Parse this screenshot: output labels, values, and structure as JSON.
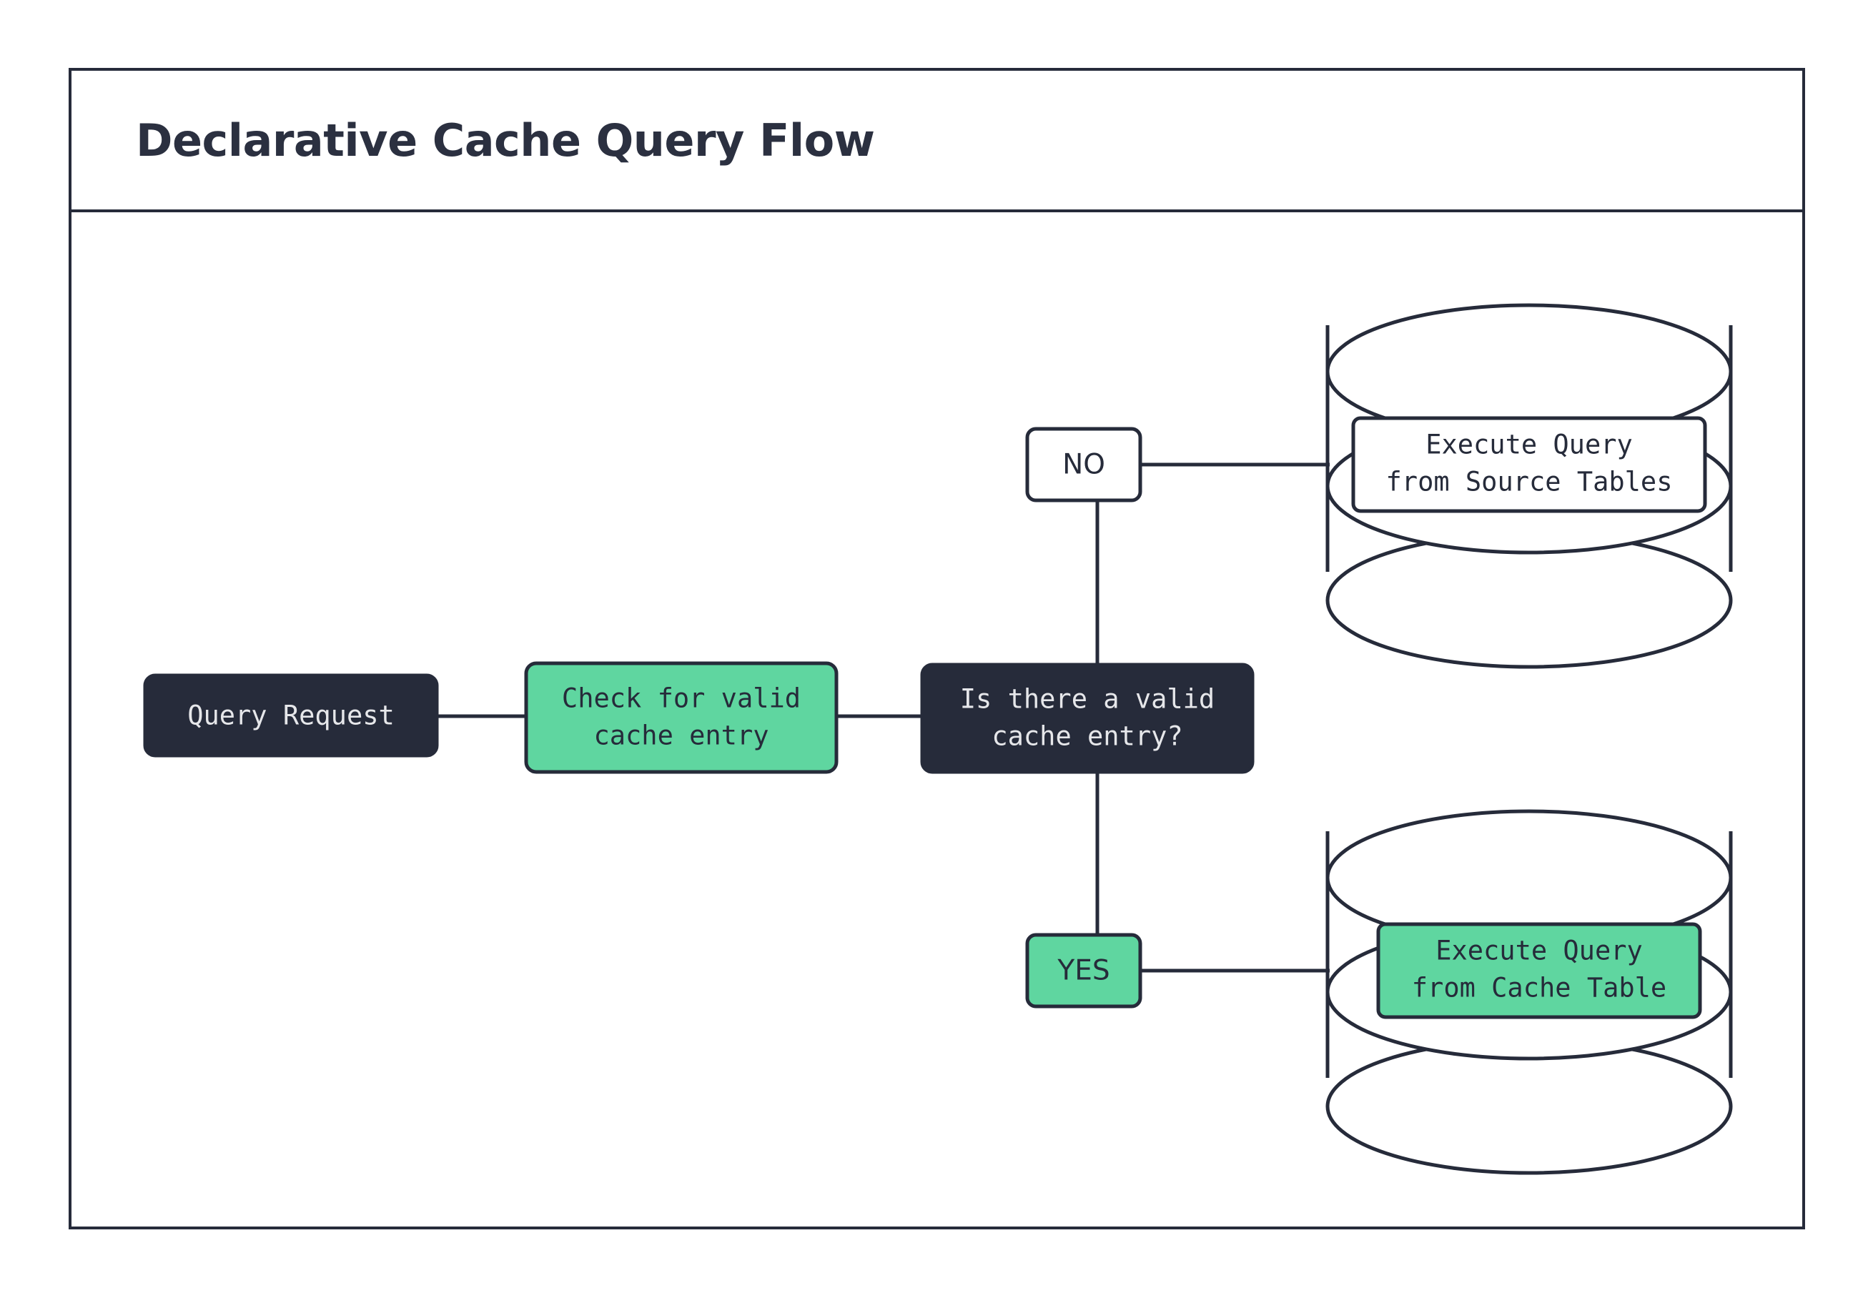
{
  "page": {
    "title": "Declarative Cache Query Flow",
    "background_color": "#ffffff"
  },
  "theme": {
    "dark": "#262b3a",
    "green": "#5fd6a0",
    "white": "#ffffff",
    "light_text": "#e6e7ea"
  },
  "diagram": {
    "type": "flowchart",
    "nodes": [
      {
        "id": "query-request",
        "label": "Query Request",
        "shape": "rounded-rect",
        "style": "dark"
      },
      {
        "id": "check-cache",
        "label_line1": "Check for valid",
        "label_line2": "cache entry",
        "shape": "rounded-rect",
        "style": "green"
      },
      {
        "id": "decision",
        "label_line1": "Is there a valid",
        "label_line2": "cache entry?",
        "shape": "rounded-rect",
        "style": "dark"
      },
      {
        "id": "branch-no",
        "label": "NO",
        "shape": "rounded-rect",
        "style": "white"
      },
      {
        "id": "branch-yes",
        "label": "YES",
        "shape": "rounded-rect",
        "style": "green"
      },
      {
        "id": "source-db",
        "label_line1": "Execute Query",
        "label_line2": "from Source Tables",
        "shape": "cylinder",
        "style": "white"
      },
      {
        "id": "cache-db",
        "label_line1": "Execute Query",
        "label_line2": "from Cache Table",
        "shape": "cylinder",
        "style": "green"
      }
    ],
    "edges": [
      {
        "from": "query-request",
        "to": "check-cache"
      },
      {
        "from": "check-cache",
        "to": "decision"
      },
      {
        "from": "decision",
        "to": "branch-no"
      },
      {
        "from": "branch-no",
        "to": "source-db"
      },
      {
        "from": "decision",
        "to": "branch-yes"
      },
      {
        "from": "branch-yes",
        "to": "cache-db"
      }
    ]
  }
}
